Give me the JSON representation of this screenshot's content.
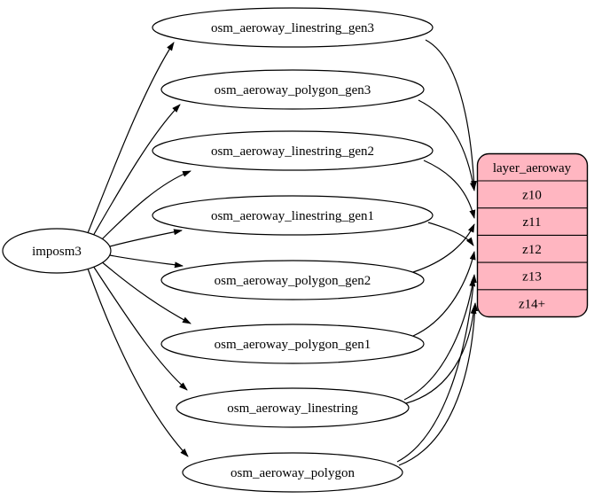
{
  "diagram": {
    "source": {
      "label": "imposm3"
    },
    "tables": [
      {
        "label": "osm_aeroway_linestring_gen3"
      },
      {
        "label": "osm_aeroway_polygon_gen3"
      },
      {
        "label": "osm_aeroway_linestring_gen2"
      },
      {
        "label": "osm_aeroway_linestring_gen1"
      },
      {
        "label": "osm_aeroway_polygon_gen2"
      },
      {
        "label": "osm_aeroway_polygon_gen1"
      },
      {
        "label": "osm_aeroway_linestring"
      },
      {
        "label": "osm_aeroway_polygon"
      }
    ],
    "layer": {
      "title": "layer_aeroway",
      "rows": [
        "z10",
        "z11",
        "z12",
        "z13",
        "z14+"
      ]
    },
    "colors": {
      "layer_fill": "#FFB6C1",
      "stroke": "#000000",
      "background": "#FFFFFF"
    }
  }
}
